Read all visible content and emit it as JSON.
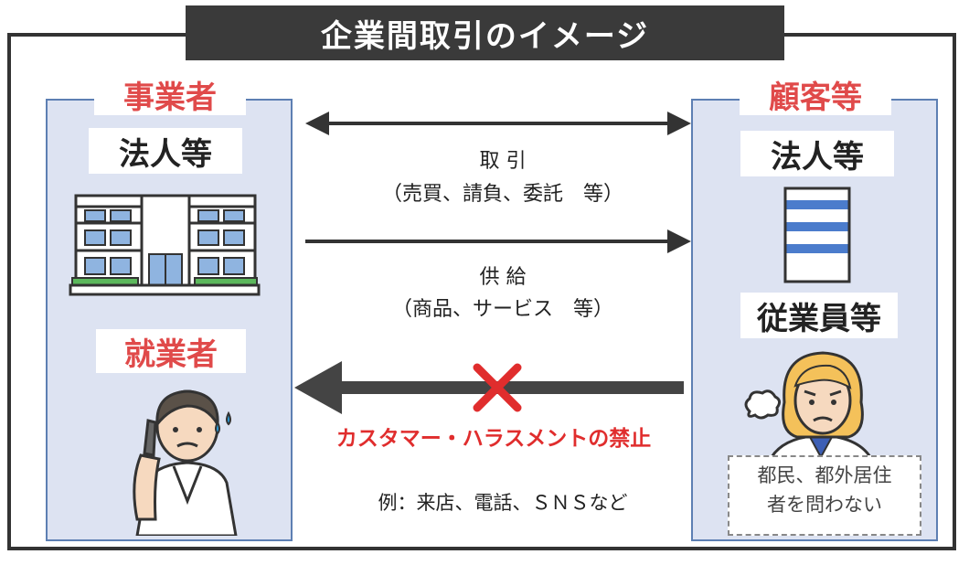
{
  "title": "企業間取引のイメージ",
  "left": {
    "heading": "事業者",
    "label_corp": "法人等",
    "heading_worker": "就業者"
  },
  "right": {
    "heading": "顧客等",
    "label_corp": "法人等",
    "label_staff": "従業員等",
    "note_line1": "都民、都外居住",
    "note_line2": "者を問わない"
  },
  "arrows": {
    "transaction_label": "取 引",
    "transaction_detail": "（売買、請負、委託　等）",
    "supply_label": "供 給",
    "supply_detail": "（商品、サービス　等）",
    "prohibition": "カスタマー・ハラスメントの禁止",
    "example": "例：来店、電話、ＳＮＳなど"
  },
  "colors": {
    "accent_red": "#e04a4a",
    "panel_fill": "#dde3f2",
    "panel_border": "#5d7fb3",
    "dark": "#3a3a3a"
  }
}
